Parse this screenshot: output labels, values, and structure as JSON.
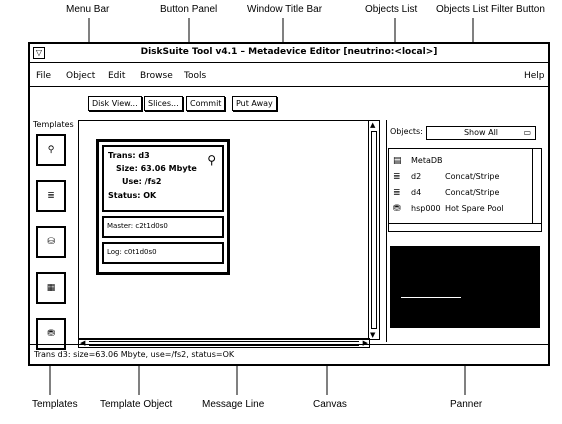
{
  "callouts": {
    "menu_bar": "Menu Bar",
    "button_panel": "Button Panel",
    "window_title_bar": "Window Title Bar",
    "objects_list": "Objects List",
    "objects_list_filter_button": "Objects List Filter Button",
    "templates": "Templates",
    "template_object": "Template  Object",
    "message_line": "Message   Line",
    "canvas": "Canvas",
    "panner": "Panner"
  },
  "window": {
    "title": "DiskSuite Tool v4.1 – Metadevice Editor [neutrino:<local>]",
    "menu_icon": "window-menu-icon"
  },
  "menu": [
    "File",
    "Object",
    "Edit",
    "Browse",
    "Tools",
    "Help"
  ],
  "buttons": [
    "Disk View...",
    "Slices...",
    "Commit",
    "Put Away"
  ],
  "templates_label": "Templates",
  "template_icons": [
    "trans-template-icon",
    "concat-template-icon",
    "mirror-template-icon",
    "raid-template-icon",
    "hotspare-template-icon"
  ],
  "object": {
    "title": "Trans: d3",
    "size": "Size: 63.06 Mbyte",
    "use": "Use: /fs2",
    "status": "Status: OK",
    "master": "Master: c2t1d0s0",
    "log": "Log: c0t1d0s0"
  },
  "objects_list": {
    "label": "Objects:",
    "filter": "Show All",
    "rows": [
      {
        "icon": "metadb-icon",
        "name": "MetaDB",
        "type": ""
      },
      {
        "icon": "concat-icon",
        "name": "d2",
        "type": "Concat/Stripe"
      },
      {
        "icon": "concat-icon",
        "name": "d4",
        "type": "Concat/Stripe"
      },
      {
        "icon": "hotspare-icon",
        "name": "hsp000",
        "type": "Hot Spare Pool"
      }
    ]
  },
  "message_line": "Trans d3: size=63.06 Mbyte, use=/fs2, status=OK"
}
